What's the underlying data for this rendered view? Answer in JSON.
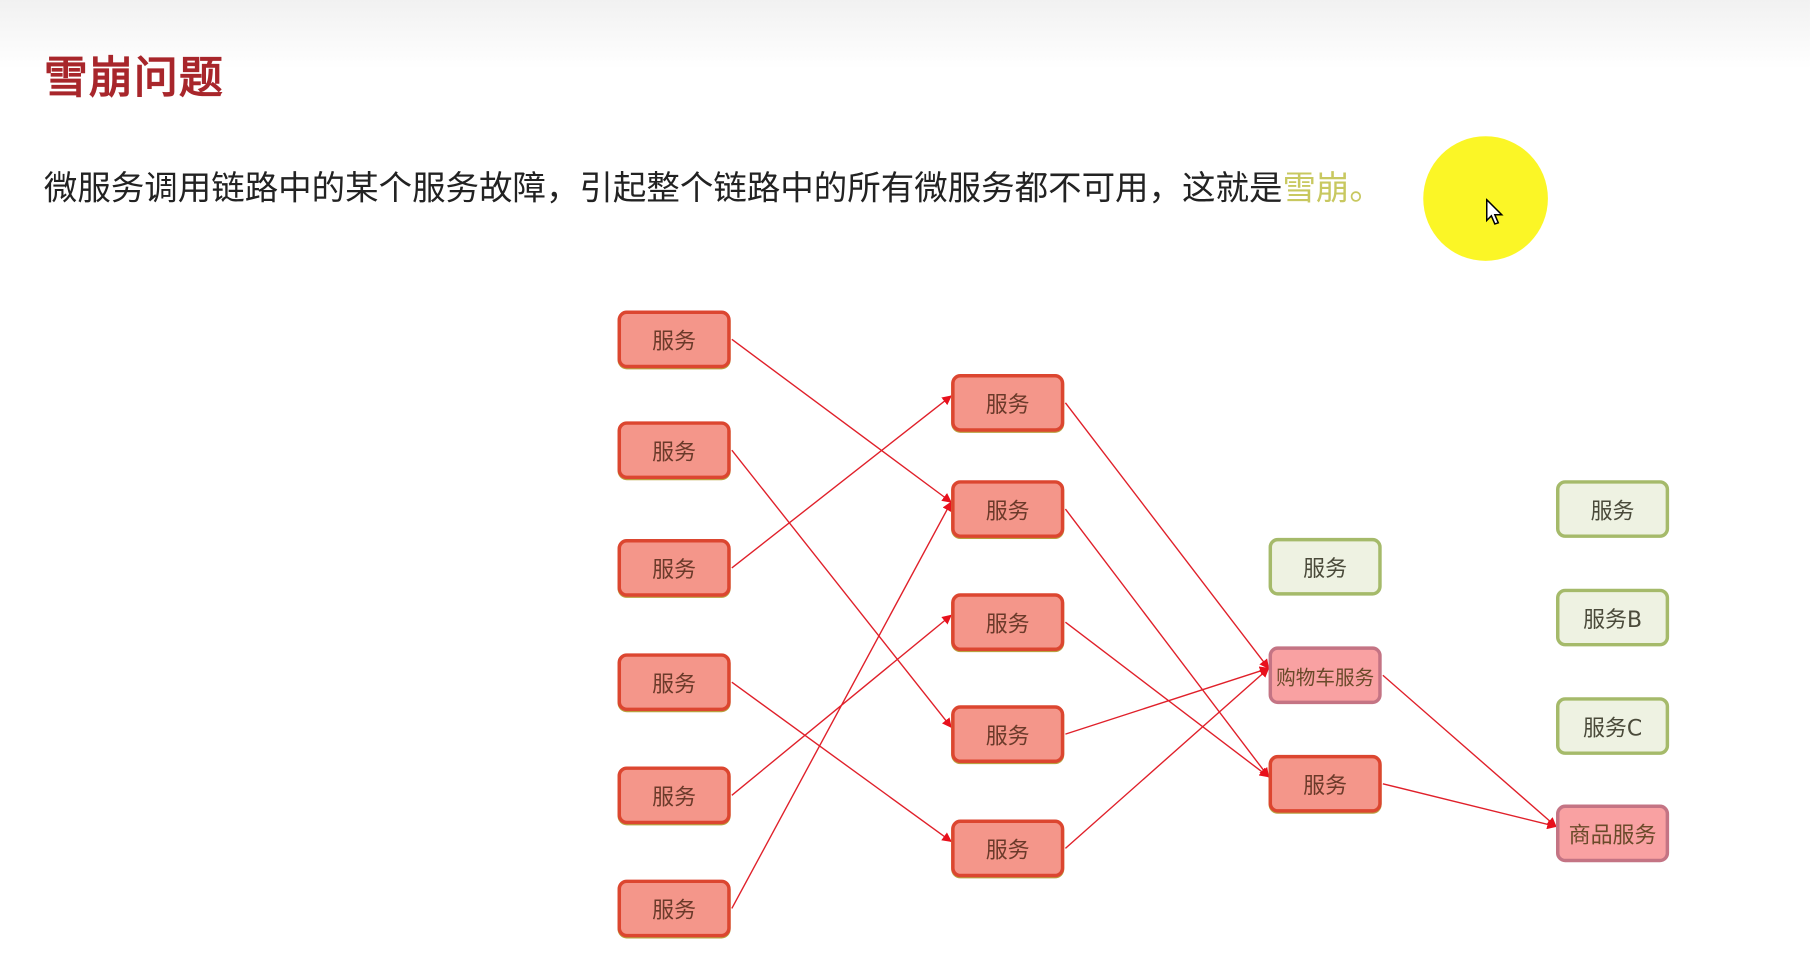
{
  "slide": {
    "title": "雪崩问题",
    "text_main": "微服务调用链路中的某个服务故障，引起整个链路中的所有微服务都不可用，这就是",
    "text_highlight": "雪崩。"
  },
  "diagram": {
    "columns": [
      {
        "nodes": [
          {
            "label": "服务",
            "status": "failed"
          },
          {
            "label": "服务",
            "status": "failed"
          },
          {
            "label": "服务",
            "status": "failed"
          },
          {
            "label": "服务",
            "status": "failed"
          },
          {
            "label": "服务",
            "status": "failed"
          },
          {
            "label": "服务",
            "status": "failed"
          }
        ]
      },
      {
        "nodes": [
          {
            "label": "服务",
            "status": "failed"
          },
          {
            "label": "服务",
            "status": "failed"
          },
          {
            "label": "服务",
            "status": "failed"
          },
          {
            "label": "服务",
            "status": "failed"
          },
          {
            "label": "服务",
            "status": "failed"
          }
        ]
      },
      {
        "nodes": [
          {
            "label": "服务",
            "status": "ok"
          },
          {
            "label": "购物车服务",
            "status": "degraded"
          },
          {
            "label": "服务",
            "status": "failed"
          }
        ]
      },
      {
        "nodes": [
          {
            "label": "服务",
            "status": "ok"
          },
          {
            "label": "服务B",
            "status": "ok"
          },
          {
            "label": "服务C",
            "status": "ok"
          },
          {
            "label": "商品服务",
            "status": "degraded"
          }
        ]
      }
    ],
    "edges": [
      [
        [
          0,
          0
        ],
        [
          1,
          1
        ]
      ],
      [
        [
          0,
          1
        ],
        [
          1,
          3
        ]
      ],
      [
        [
          0,
          2
        ],
        [
          1,
          0
        ]
      ],
      [
        [
          0,
          3
        ],
        [
          1,
          4
        ]
      ],
      [
        [
          0,
          4
        ],
        [
          1,
          2
        ]
      ],
      [
        [
          0,
          5
        ],
        [
          1,
          1
        ]
      ],
      [
        [
          1,
          0
        ],
        [
          2,
          1
        ]
      ],
      [
        [
          1,
          1
        ],
        [
          2,
          2
        ]
      ],
      [
        [
          1,
          2
        ],
        [
          2,
          2
        ]
      ],
      [
        [
          1,
          3
        ],
        [
          2,
          1
        ]
      ],
      [
        [
          1,
          4
        ],
        [
          2,
          1
        ]
      ],
      [
        [
          2,
          1
        ],
        [
          3,
          3
        ]
      ],
      [
        [
          2,
          2
        ],
        [
          3,
          3
        ]
      ]
    ],
    "colors": {
      "failed": "#f4968a",
      "ok": "#eef2e2",
      "degraded": "#f9a1a2",
      "edge": "#e0202a"
    }
  }
}
